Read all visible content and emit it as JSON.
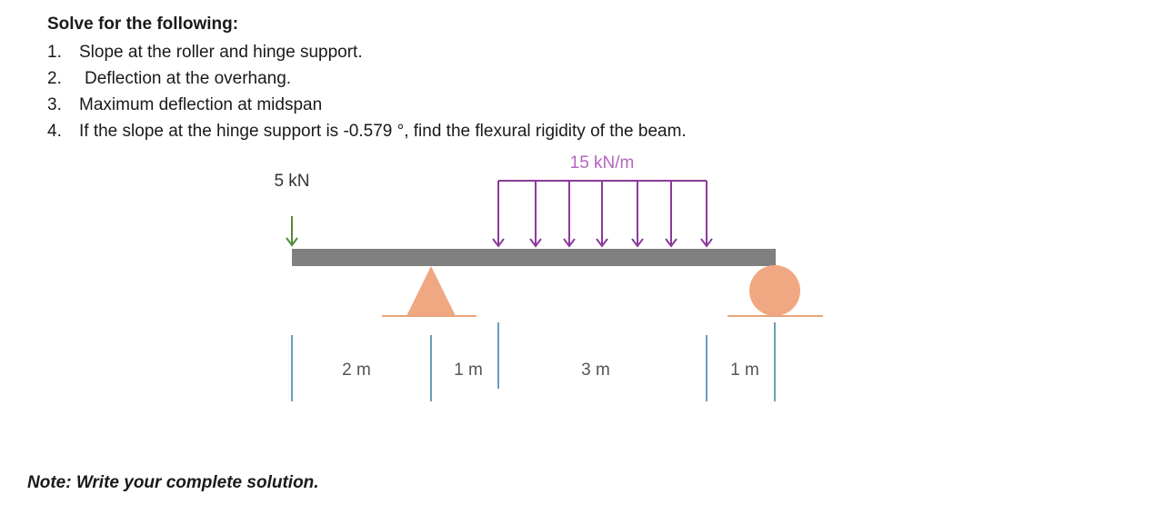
{
  "problem": {
    "heading": "Solve for the following:",
    "tasks": [
      {
        "num": "1.",
        "text": "Slope at the roller and hinge support."
      },
      {
        "num": "2.",
        "text": "Deflection at the overhang."
      },
      {
        "num": "3.",
        "text": "Maximum deflection at midspan"
      },
      {
        "num": "4.",
        "text": "If the slope at  the hinge support is -0.579 °, find the flexural rigidity of the beam."
      }
    ],
    "note": "Note: Write your complete solution."
  },
  "diagram": {
    "point_load_label": "5 kN",
    "distributed_load_label": "15 kN/m",
    "dimensions": [
      {
        "label": "2 m"
      },
      {
        "label": "1 m"
      },
      {
        "label": "3 m"
      },
      {
        "label": "1 m"
      }
    ],
    "colors": {
      "beam": "#808080",
      "point_load": "#4e8a3a",
      "distributed_load": "#8b3a9a",
      "distributed_label": "#b565c0",
      "support": "#f0a882",
      "support_ground": "#e9a37a",
      "dimension_line": "#3a7ca5",
      "dimension_text": "#555555"
    }
  }
}
